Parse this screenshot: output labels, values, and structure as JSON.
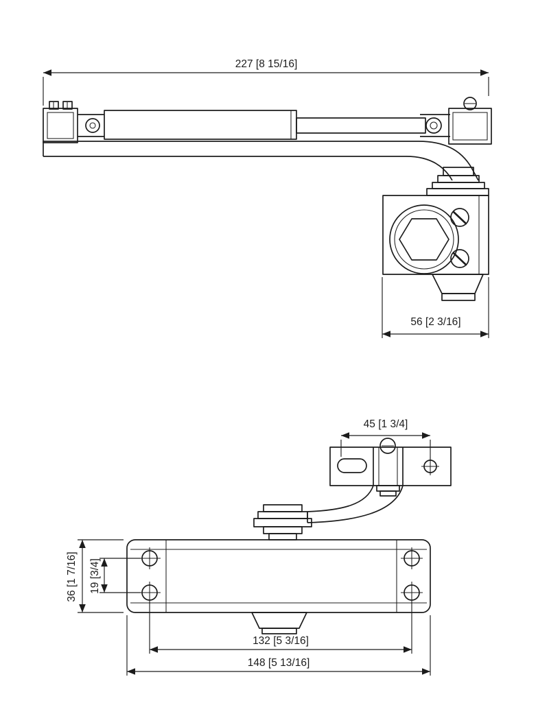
{
  "drawing": {
    "background_color": "#ffffff",
    "line_color": "#1c1c1c",
    "dimensions": {
      "overall_length": "227 [8 15/16]",
      "body_depth": "56 [2 3/16]",
      "bracket_width": "45 [1 3/4]",
      "body_height": "36 [1 7/16]",
      "hole_spacing_vertical": "19 [3/4]",
      "hole_spacing_horizontal": "132 [5 3/16]",
      "body_length": "148 [5 13/16]"
    }
  }
}
